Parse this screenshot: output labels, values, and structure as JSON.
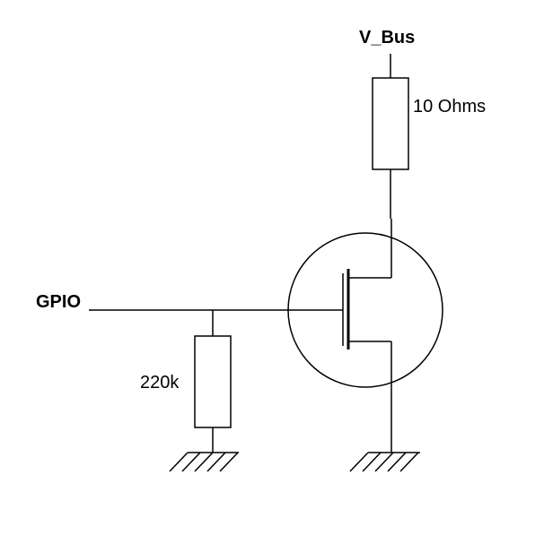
{
  "labels": {
    "supply": "V_Bus",
    "load_resistor": "10 Ohms",
    "input": "GPIO",
    "pulldown_resistor": "220k"
  }
}
